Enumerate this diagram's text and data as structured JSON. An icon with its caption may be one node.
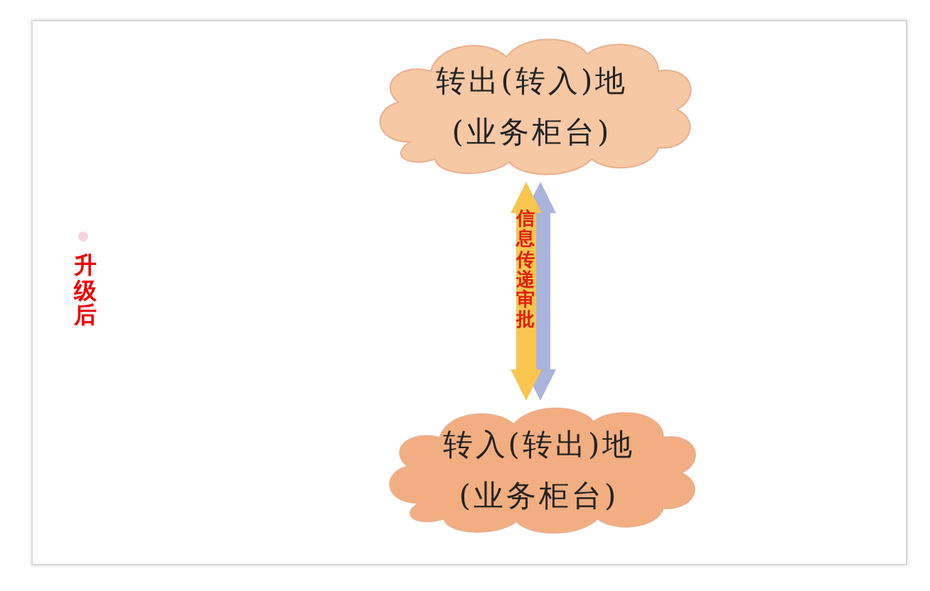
{
  "diagram": {
    "nodes": [
      {
        "text": [
          "转出(转入)地",
          "(业务柜台)"
        ]
      },
      {
        "text": [
          "转入(转出)地",
          "(业务柜台)"
        ]
      }
    ],
    "edges": [
      {
        "from": 0,
        "to": 1,
        "arrow": "both",
        "color": "#a9b3db"
      },
      {
        "from": 0,
        "to": 1,
        "arrow": "both",
        "color": "#f8c64f",
        "label": "信息传递审批"
      }
    ],
    "labels": [
      "升级后"
    ]
  }
}
